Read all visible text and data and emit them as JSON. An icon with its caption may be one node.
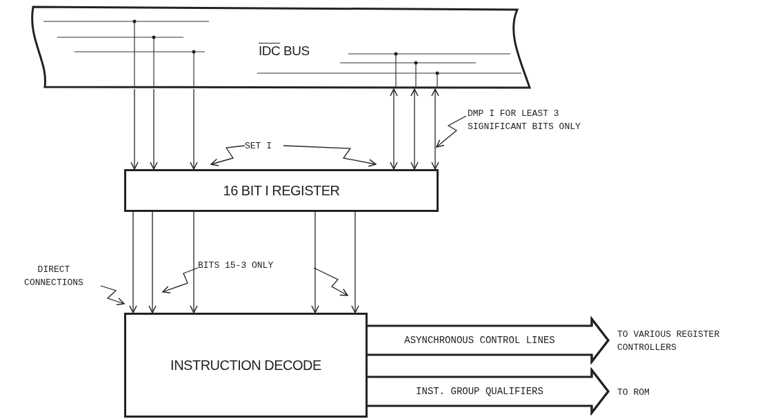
{
  "diagram": {
    "nodes": [
      {
        "text": [
          "IDC BUS"
        ]
      },
      {
        "text": [
          "16 BIT I REGISTER"
        ]
      },
      {
        "text": [
          "INSTRUCTION DECODE"
        ]
      },
      {
        "text": [
          "TO VARIOUS REGISTER CONTROLLERS"
        ]
      },
      {
        "text": [
          "TO ROM"
        ]
      },
      {
        "text": [
          "SET I"
        ]
      },
      {
        "text": [
          "DMP I FOR LEAST 3 SIGNIFICANT BITS ONLY"
        ]
      },
      {
        "text": [
          "BITS 15-3 ONLY"
        ]
      },
      {
        "text": [
          "DIRECT CONNECTIONS"
        ]
      }
    ],
    "edges": [
      {
        "from": 0,
        "to": 1,
        "arrow": "to"
      },
      {
        "from": 0,
        "to": 1,
        "arrow": "to"
      },
      {
        "from": 0,
        "to": 1,
        "arrow": "to"
      },
      {
        "from": 1,
        "to": 0,
        "arrow": "both"
      },
      {
        "from": 1,
        "to": 0,
        "arrow": "both"
      },
      {
        "from": 1,
        "to": 0,
        "arrow": "both"
      },
      {
        "from": 1,
        "to": 2,
        "arrow": "to"
      },
      {
        "from": 1,
        "to": 2,
        "arrow": "to"
      },
      {
        "from": 1,
        "to": 2,
        "arrow": "to"
      },
      {
        "from": 1,
        "to": 2,
        "arrow": "to"
      },
      {
        "from": 1,
        "to": 2,
        "arrow": "to"
      },
      {
        "from": 5,
        "to": 1,
        "arrow": "to"
      },
      {
        "from": 5,
        "to": 1,
        "arrow": "to"
      },
      {
        "from": 6,
        "to": null,
        "arrow": "to"
      },
      {
        "from": 7,
        "to": null,
        "arrow": "to"
      },
      {
        "from": 7,
        "to": 2,
        "arrow": "to"
      },
      {
        "from": 8,
        "to": 2,
        "arrow": "to"
      },
      {
        "from": 2,
        "to": 3,
        "arrow": "to",
        "label": "ASYNCHRONOUS CONTROL LINES",
        "style": "thick"
      },
      {
        "from": 2,
        "to": 4,
        "arrow": "to",
        "label": "INST. GROUP QUALIFIERS",
        "style": "thick"
      }
    ]
  }
}
